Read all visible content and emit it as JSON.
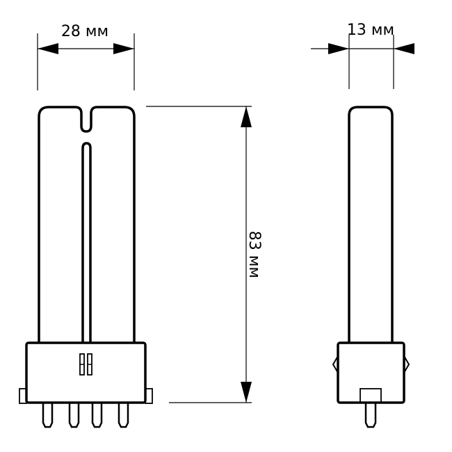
{
  "dimensions": {
    "width_label": "28 мм",
    "depth_label": "13 мм",
    "height_label": "83 мм"
  },
  "colors": {
    "line": "#000000",
    "background": "#ffffff"
  }
}
